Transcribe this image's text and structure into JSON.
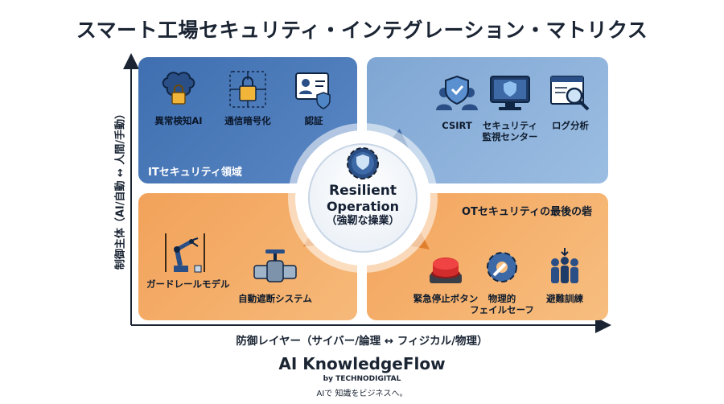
{
  "title": "スマート工場セキュリティ・インテグレーション・マトリクス",
  "quadrants": {
    "top_left": {
      "label": "ITセキュリティ領域",
      "items": [
        {
          "label": "異常検知AI",
          "icon": "ai-brain-lock-icon"
        },
        {
          "label": "通信暗号化",
          "icon": "network-lock-icon"
        },
        {
          "label": "認証",
          "icon": "id-card-shield-icon"
        }
      ]
    },
    "top_right": {
      "items": [
        {
          "label": "CSIRT",
          "icon": "team-shield-icon"
        },
        {
          "label_line1": "セキュリティ",
          "label_line2": "監視センター",
          "icon": "monitor-shield-icon"
        },
        {
          "label": "ログ分析",
          "icon": "log-magnifier-icon"
        }
      ]
    },
    "bottom_left": {
      "items": [
        {
          "label": "ガードレールモデル",
          "icon": "robot-arm-icon"
        },
        {
          "label": "自動遮断システム",
          "icon": "valve-icon"
        }
      ]
    },
    "bottom_right": {
      "label": "OTセキュリティの最後の砦",
      "items": [
        {
          "label": "緊急停止ボタン",
          "icon": "emergency-button-icon"
        },
        {
          "label_line1": "物理的",
          "label_line2": "フェイルセーフ",
          "icon": "gear-wrench-icon"
        },
        {
          "label": "避難訓練",
          "icon": "people-evacuation-icon"
        }
      ]
    }
  },
  "center": {
    "line1": "Resilient",
    "line2": "Operation",
    "line3": "（強靭な操業）",
    "icon": "gear-shield-icon"
  },
  "axes": {
    "y_label": "制御主体（AI/自動 ↔ 人間/手動）",
    "x_label": "防御レイヤー（サイバー/論理 ↔ フィジカル/物理）"
  },
  "footer": {
    "brand": "AI KnowledgeFlow",
    "by": "by TECHNODIGITAL",
    "tagline": "AIで 知識をビジネスへ。"
  },
  "colors": {
    "it_blue": "#3f6fb0",
    "light_blue": "#8fb3dc",
    "orange": "#f2a25a",
    "arrow_blue": "#3d6aa6",
    "arrow_orange": "#e07f2e"
  }
}
